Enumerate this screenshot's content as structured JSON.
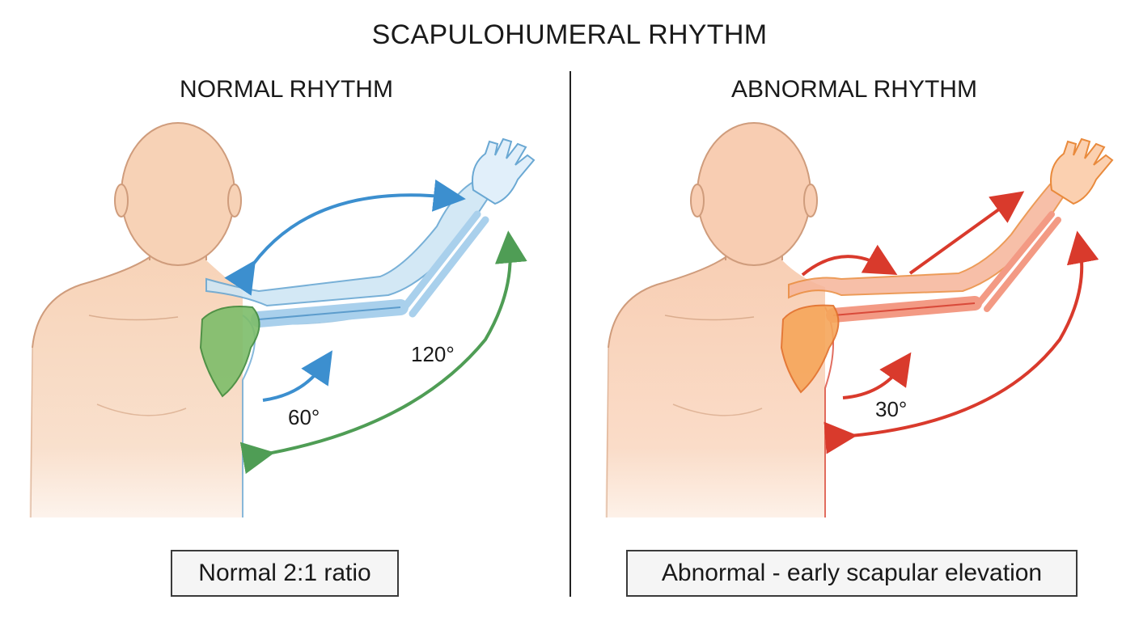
{
  "title": "SCAPULOHUMERAL RHYTHM",
  "panels": [
    {
      "heading": "NORMAL RHYTHM",
      "scapular_angle": "60°",
      "glenohumeral_angle": "120°",
      "caption": "Normal 2:1 ratio"
    },
    {
      "heading": "ABNORMAL RHYTHM",
      "scapular_angle": "30°",
      "caption": "Abnormal - early scapular elevation"
    }
  ],
  "colors": {
    "skin": "#f7d2b6",
    "skin_outline": "#cf9c7c",
    "normal_arm": "#cfe6f5",
    "normal_arm_outline": "#6aa8d3",
    "normal_scapula": "#7dbd6a",
    "blue_arrow": "#3c8fcf",
    "green_arrow": "#4f9d55",
    "abnormal_arm": "#f6b59a",
    "abnormal_scapula": "#f6a65a",
    "red_arrow": "#d93a2c"
  }
}
